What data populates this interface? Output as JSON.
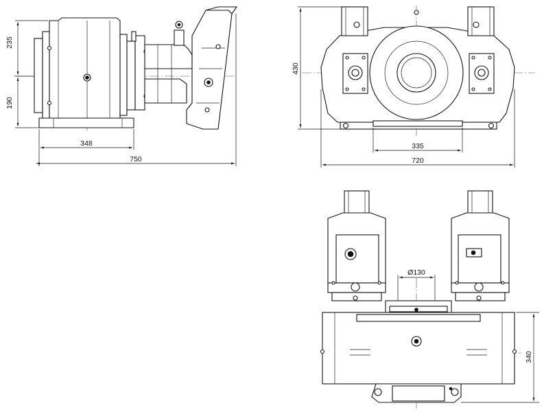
{
  "views": {
    "side": {
      "dimensions": {
        "height_upper": "235",
        "height_lower": "190",
        "base_width": "348",
        "overall_length": "750"
      }
    },
    "front": {
      "dimensions": {
        "height": "430",
        "base_width": "335",
        "overall_width": "720"
      }
    },
    "top": {
      "dimensions": {
        "shaft_diameter": "Ø130",
        "height": "340"
      }
    }
  },
  "colors": {
    "line": "#111111",
    "background": "#ffffff",
    "centerline": "#555555"
  }
}
